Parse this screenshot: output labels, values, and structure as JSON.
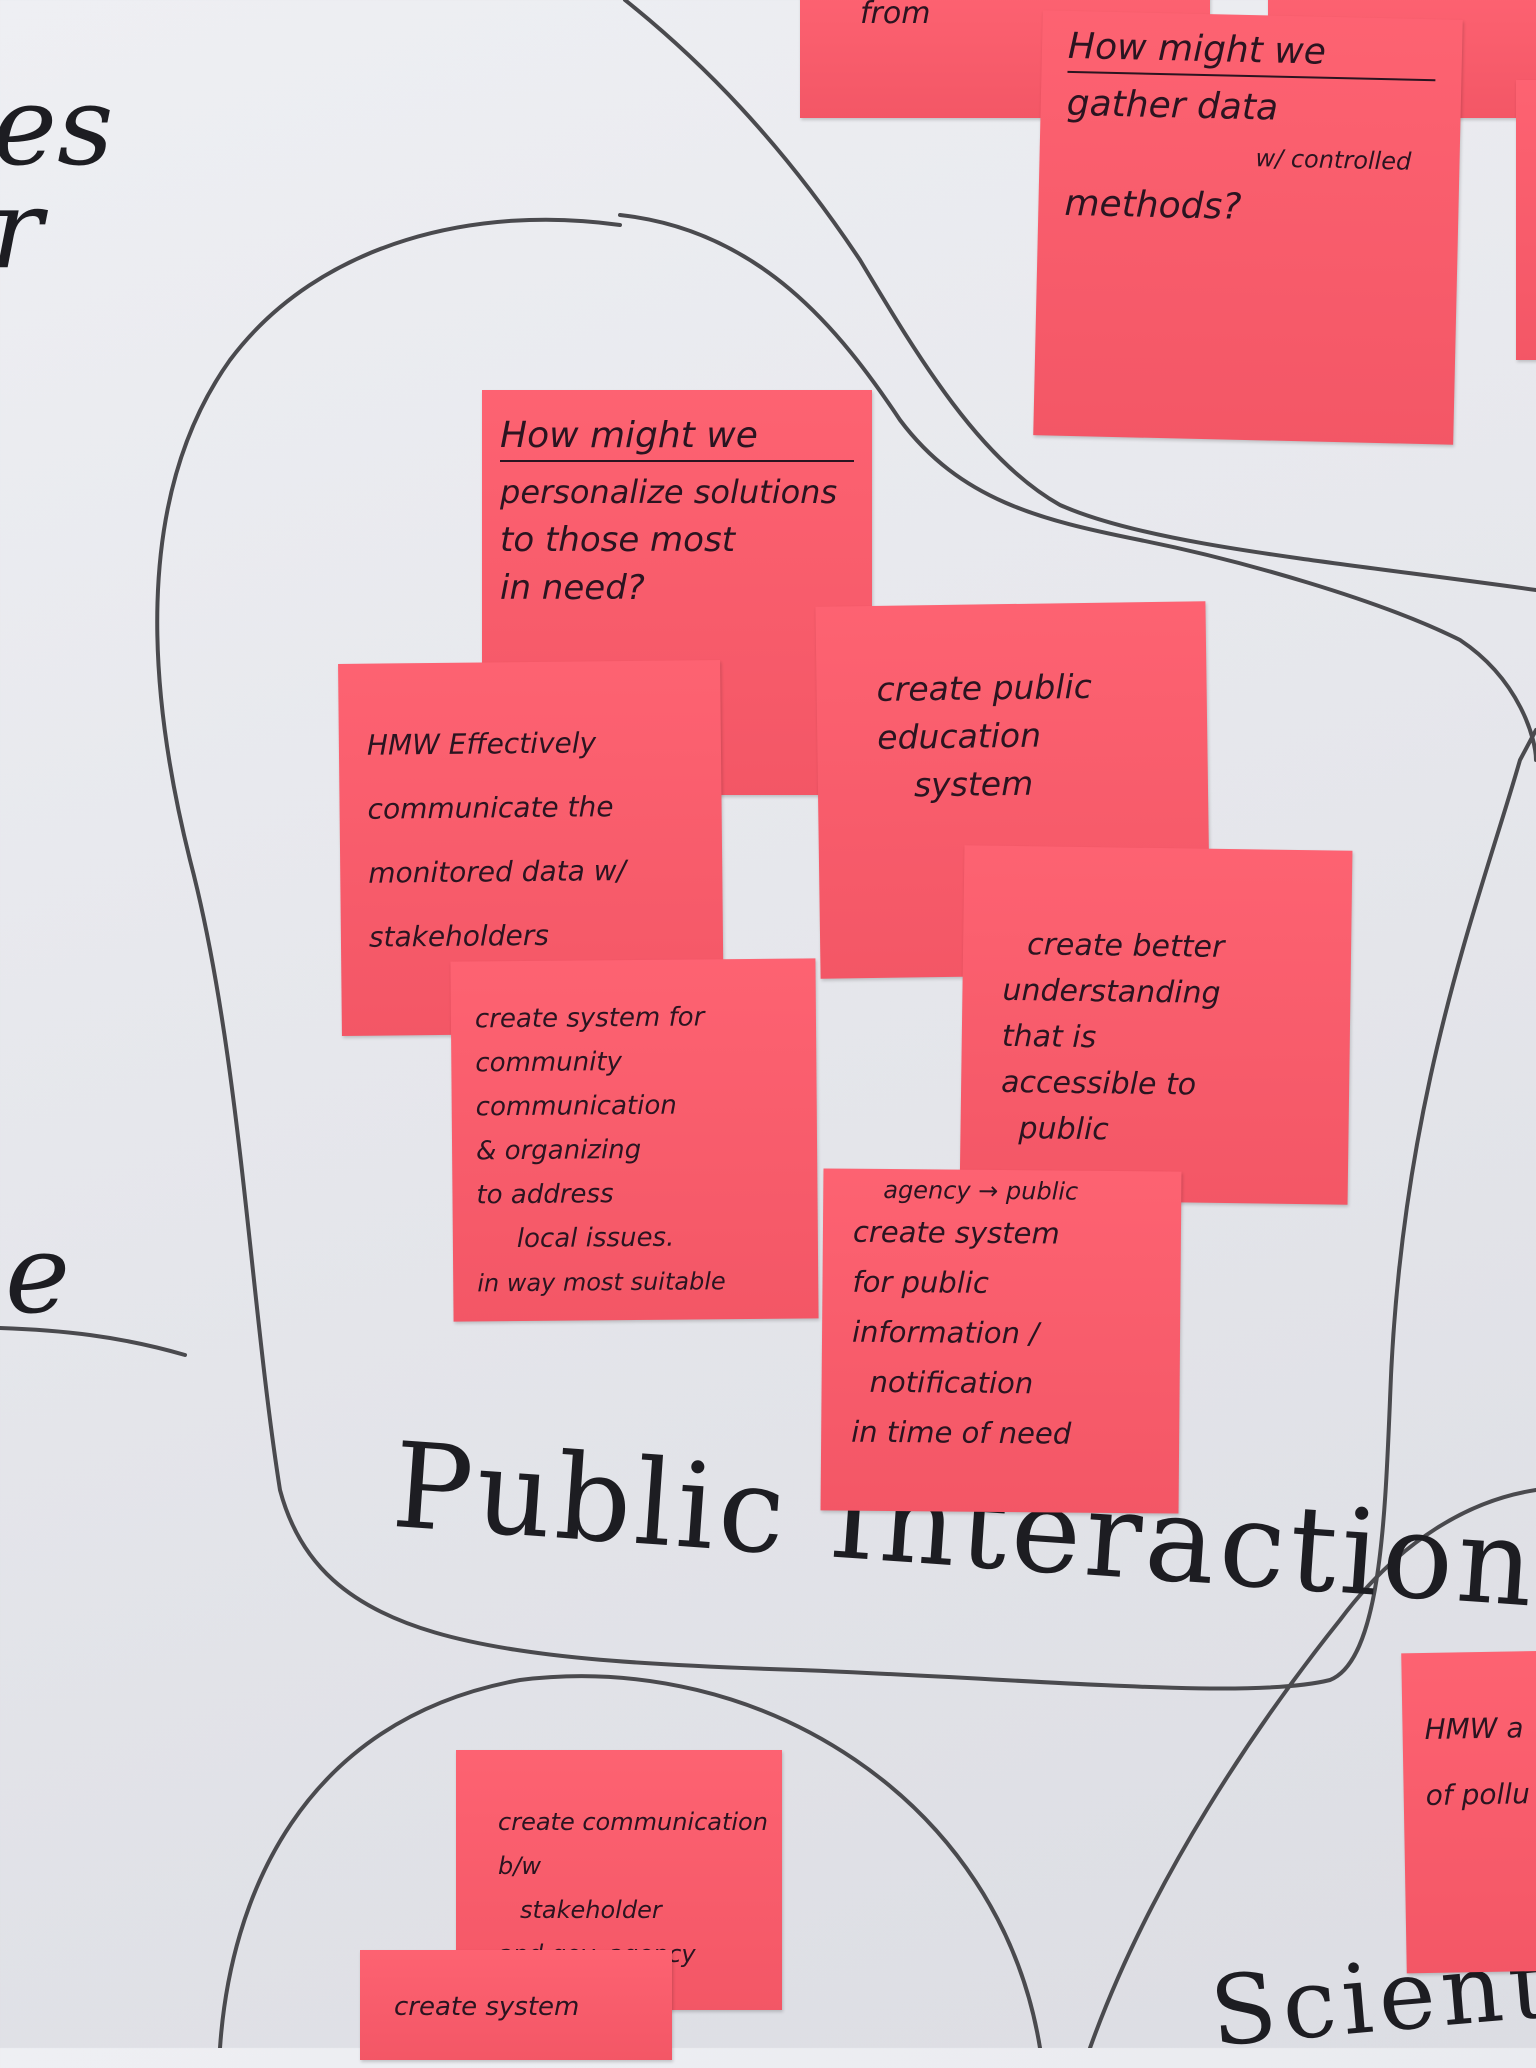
{
  "board": {
    "edge_fragments": {
      "top_left_1": "es",
      "top_left_2": "r",
      "mid_left": "e"
    },
    "cluster_label": "Public Interaction",
    "bottom_cluster_label": "Scienti"
  },
  "notes": {
    "top_partial": {
      "line1": "from"
    },
    "gather": {
      "heading": "How might we",
      "line1": "gather data",
      "line2": "w/ controlled",
      "line3": "methods?"
    },
    "personalize": {
      "heading": "How might we",
      "line1": "personalize solutions",
      "line2": "to those most",
      "line3": "in need?"
    },
    "education": {
      "line1": "create public",
      "line2": "education",
      "line3": "system"
    },
    "communicate": {
      "line1": "HMW Effectively",
      "line2": "communicate the",
      "line3": "monitored data w/",
      "line4": "stakeholders"
    },
    "understanding": {
      "line1": "create better",
      "line2": "understanding",
      "line3": "that is",
      "line4": "accessible to",
      "line5": "public"
    },
    "community": {
      "line1": "create system for",
      "line2": "community",
      "line3": "communication",
      "line4": "& organizing",
      "line5": "to address",
      "line6": "local issues.",
      "line7": "in way most suitable"
    },
    "notification": {
      "line1": "agency → public",
      "line2": "create system",
      "line3": "for public",
      "line4": "information /",
      "line5": "notification",
      "line6": "in time of need"
    },
    "right_partial": {
      "line1": "HMW a",
      "line2": "of pollu"
    },
    "gov_agency": {
      "line1": "create communication",
      "line2": "b/w",
      "line3": "stakeholder",
      "line4": "and gov. agency"
    },
    "bottom_partial": {
      "line1": "create system"
    }
  },
  "colors": {
    "sticky_note": "#fd5a6a",
    "marker_ink": "#1d1d22",
    "whiteboard": "#e8e9ee"
  }
}
